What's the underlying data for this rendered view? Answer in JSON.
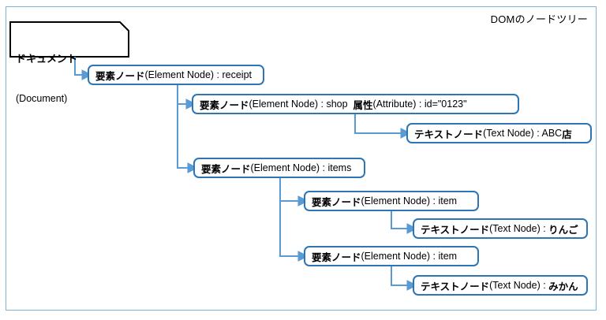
{
  "title": "DOMのノードツリー",
  "document_node": {
    "line1": "ドキュメント",
    "line2": "(Document)"
  },
  "nodes": [
    {
      "id": "element-receipt",
      "a": "要素ノード",
      "b": "(Element Node) : receipt"
    },
    {
      "id": "element-shop-attribute",
      "a": "要素ノード",
      "b": "(Element Node) : shop  ",
      "c": "属性",
      "d": "(Attribute) : id=\"0123\""
    },
    {
      "id": "text-abc-store",
      "a": "テキストノード",
      "b": "(Text Node) : ABC",
      "c": "店"
    },
    {
      "id": "element-items",
      "a": "要素ノード",
      "b": "(Element Node) : items"
    },
    {
      "id": "element-item-1",
      "a": "要素ノード",
      "b": "(Element Node) : item"
    },
    {
      "id": "text-ringo",
      "a": "テキストノード",
      "b": "(Text Node) : ",
      "c": "りんご"
    },
    {
      "id": "element-item-2",
      "a": "要素ノード",
      "b": "(Element Node) : item"
    },
    {
      "id": "text-mikan",
      "a": "テキストノード",
      "b": "(Text Node) : ",
      "c": "みかん"
    }
  ],
  "colors": {
    "frame": "#7EB2E0",
    "node_border": "#2E75B6",
    "connector": "#5B9BD5",
    "document_border": "#000000",
    "text": "#000000",
    "background": "#FFFFFF"
  }
}
